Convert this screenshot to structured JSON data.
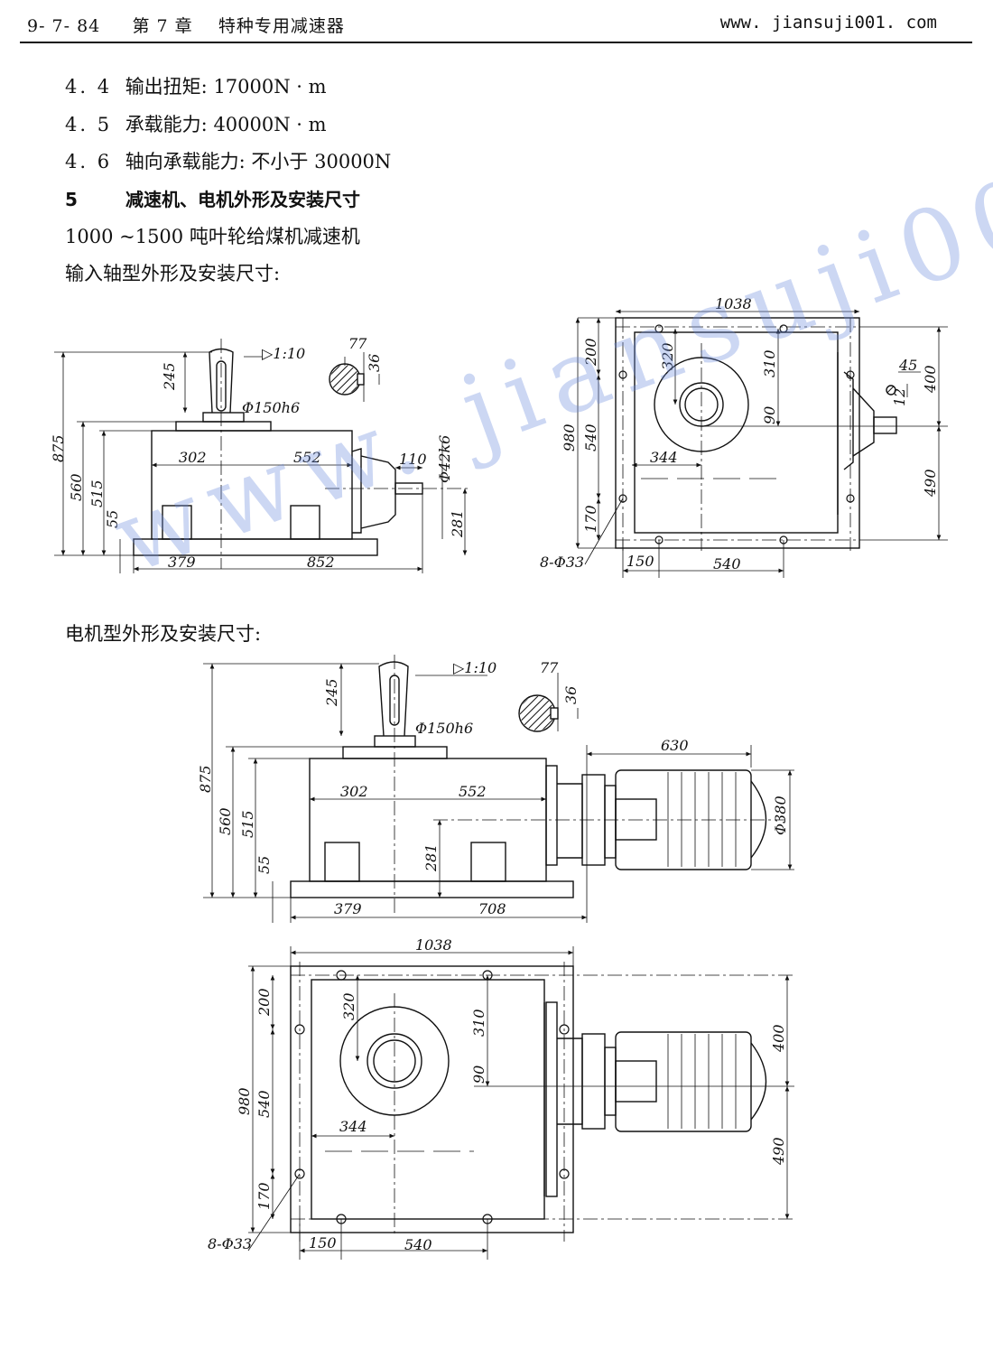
{
  "header": {
    "page_number": "9- 7- 84",
    "chapter": "第 7 章",
    "chapter_title": "特种专用减速器",
    "website": "www. jiansuji001. com"
  },
  "specs": [
    {
      "num": "4. 4",
      "text": "输出扭矩: 17000N · m"
    },
    {
      "num": "4. 5",
      "text": "承载能力: 40000N · m"
    },
    {
      "num": "4. 6",
      "text": "轴向承载能力: 不小于 30000N"
    }
  ],
  "section": {
    "num": "5",
    "title": "减速机、电机外形及安装尺寸"
  },
  "subtitle": "1000 ~1500 吨叶轮给煤机减速机",
  "captions": {
    "input_shaft": "输入轴型外形及安装尺寸:",
    "motor_type": "电机型外形及安装尺寸:"
  },
  "watermark": "www. jiansuji001. com",
  "drawing1_side": {
    "dims": {
      "h875": "875",
      "h560": "560",
      "h515": "515",
      "h55": "55",
      "h245": "245",
      "taper": "▷1:10",
      "shaft_dia": "Φ150h6",
      "w302": "302",
      "w552": "552",
      "w110": "110",
      "d42": "Φ42k6",
      "h281": "281",
      "w379": "379",
      "w852": "852",
      "key77": "77",
      "key36": "36"
    }
  },
  "drawing1_top": {
    "dims": {
      "w1038": "1038",
      "h200": "200",
      "h320": "320",
      "h310": "310",
      "h980": "980",
      "h540": "540",
      "h90": "90",
      "h170": "170",
      "w344": "344",
      "holes": "8-Φ33",
      "w150": "150",
      "w540": "540",
      "d45": "45",
      "d12": "12",
      "h400": "400",
      "h490": "490"
    }
  },
  "drawing2_side": {
    "dims": {
      "h875": "875",
      "h560": "560",
      "h515": "515",
      "h55": "55",
      "h245": "245",
      "taper": "▷1:10",
      "shaft_dia": "Φ150h6",
      "w302": "302",
      "w552": "552",
      "h281": "281",
      "w379": "379",
      "w708": "708",
      "w630": "630",
      "d380": "Φ380",
      "key77": "77",
      "key36": "36"
    }
  },
  "drawing2_top": {
    "dims": {
      "w1038": "1038",
      "h200": "200",
      "h320": "320",
      "h310": "310",
      "h980": "980",
      "h540": "540",
      "h90": "90",
      "h170": "170",
      "w344": "344",
      "holes": "8-Φ33",
      "w150": "150",
      "w540": "540",
      "h400": "400",
      "h490": "490"
    }
  }
}
